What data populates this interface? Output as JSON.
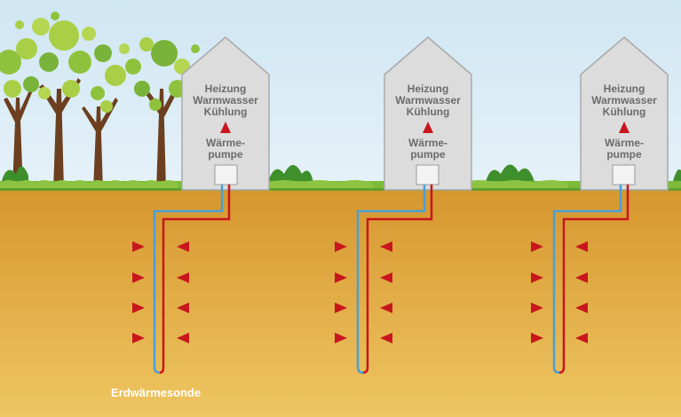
{
  "houses": [
    {
      "label_line1": "Heizung",
      "label_line2": "Warmwasser",
      "label_line3": "Kühlung",
      "pump_line1": "Wärme-",
      "pump_line2": "pumpe"
    },
    {
      "label_line1": "Heizung",
      "label_line2": "Warmwasser",
      "label_line3": "Kühlung",
      "pump_line1": "Wärme-",
      "pump_line2": "pumpe"
    },
    {
      "label_line1": "Heizung",
      "label_line2": "Warmwasser",
      "label_line3": "Kühlung",
      "pump_line1": "Wärme-",
      "pump_line2": "pumpe"
    }
  ],
  "caption": "Erdwärmesonde",
  "colors": {
    "sky": "#d9ecf5",
    "soil_top": "#d6962e",
    "soil_bottom": "#edc45f",
    "grass": "#7dba38",
    "house_fill": "#dcdcdc",
    "house_stroke": "#a9a9a9",
    "pipe_cold": "#4a9fd4",
    "pipe_hot": "#c8161d",
    "arrow": "#c8161d",
    "tree_green": "#8fc23c",
    "trunk": "#6b3f1f"
  }
}
